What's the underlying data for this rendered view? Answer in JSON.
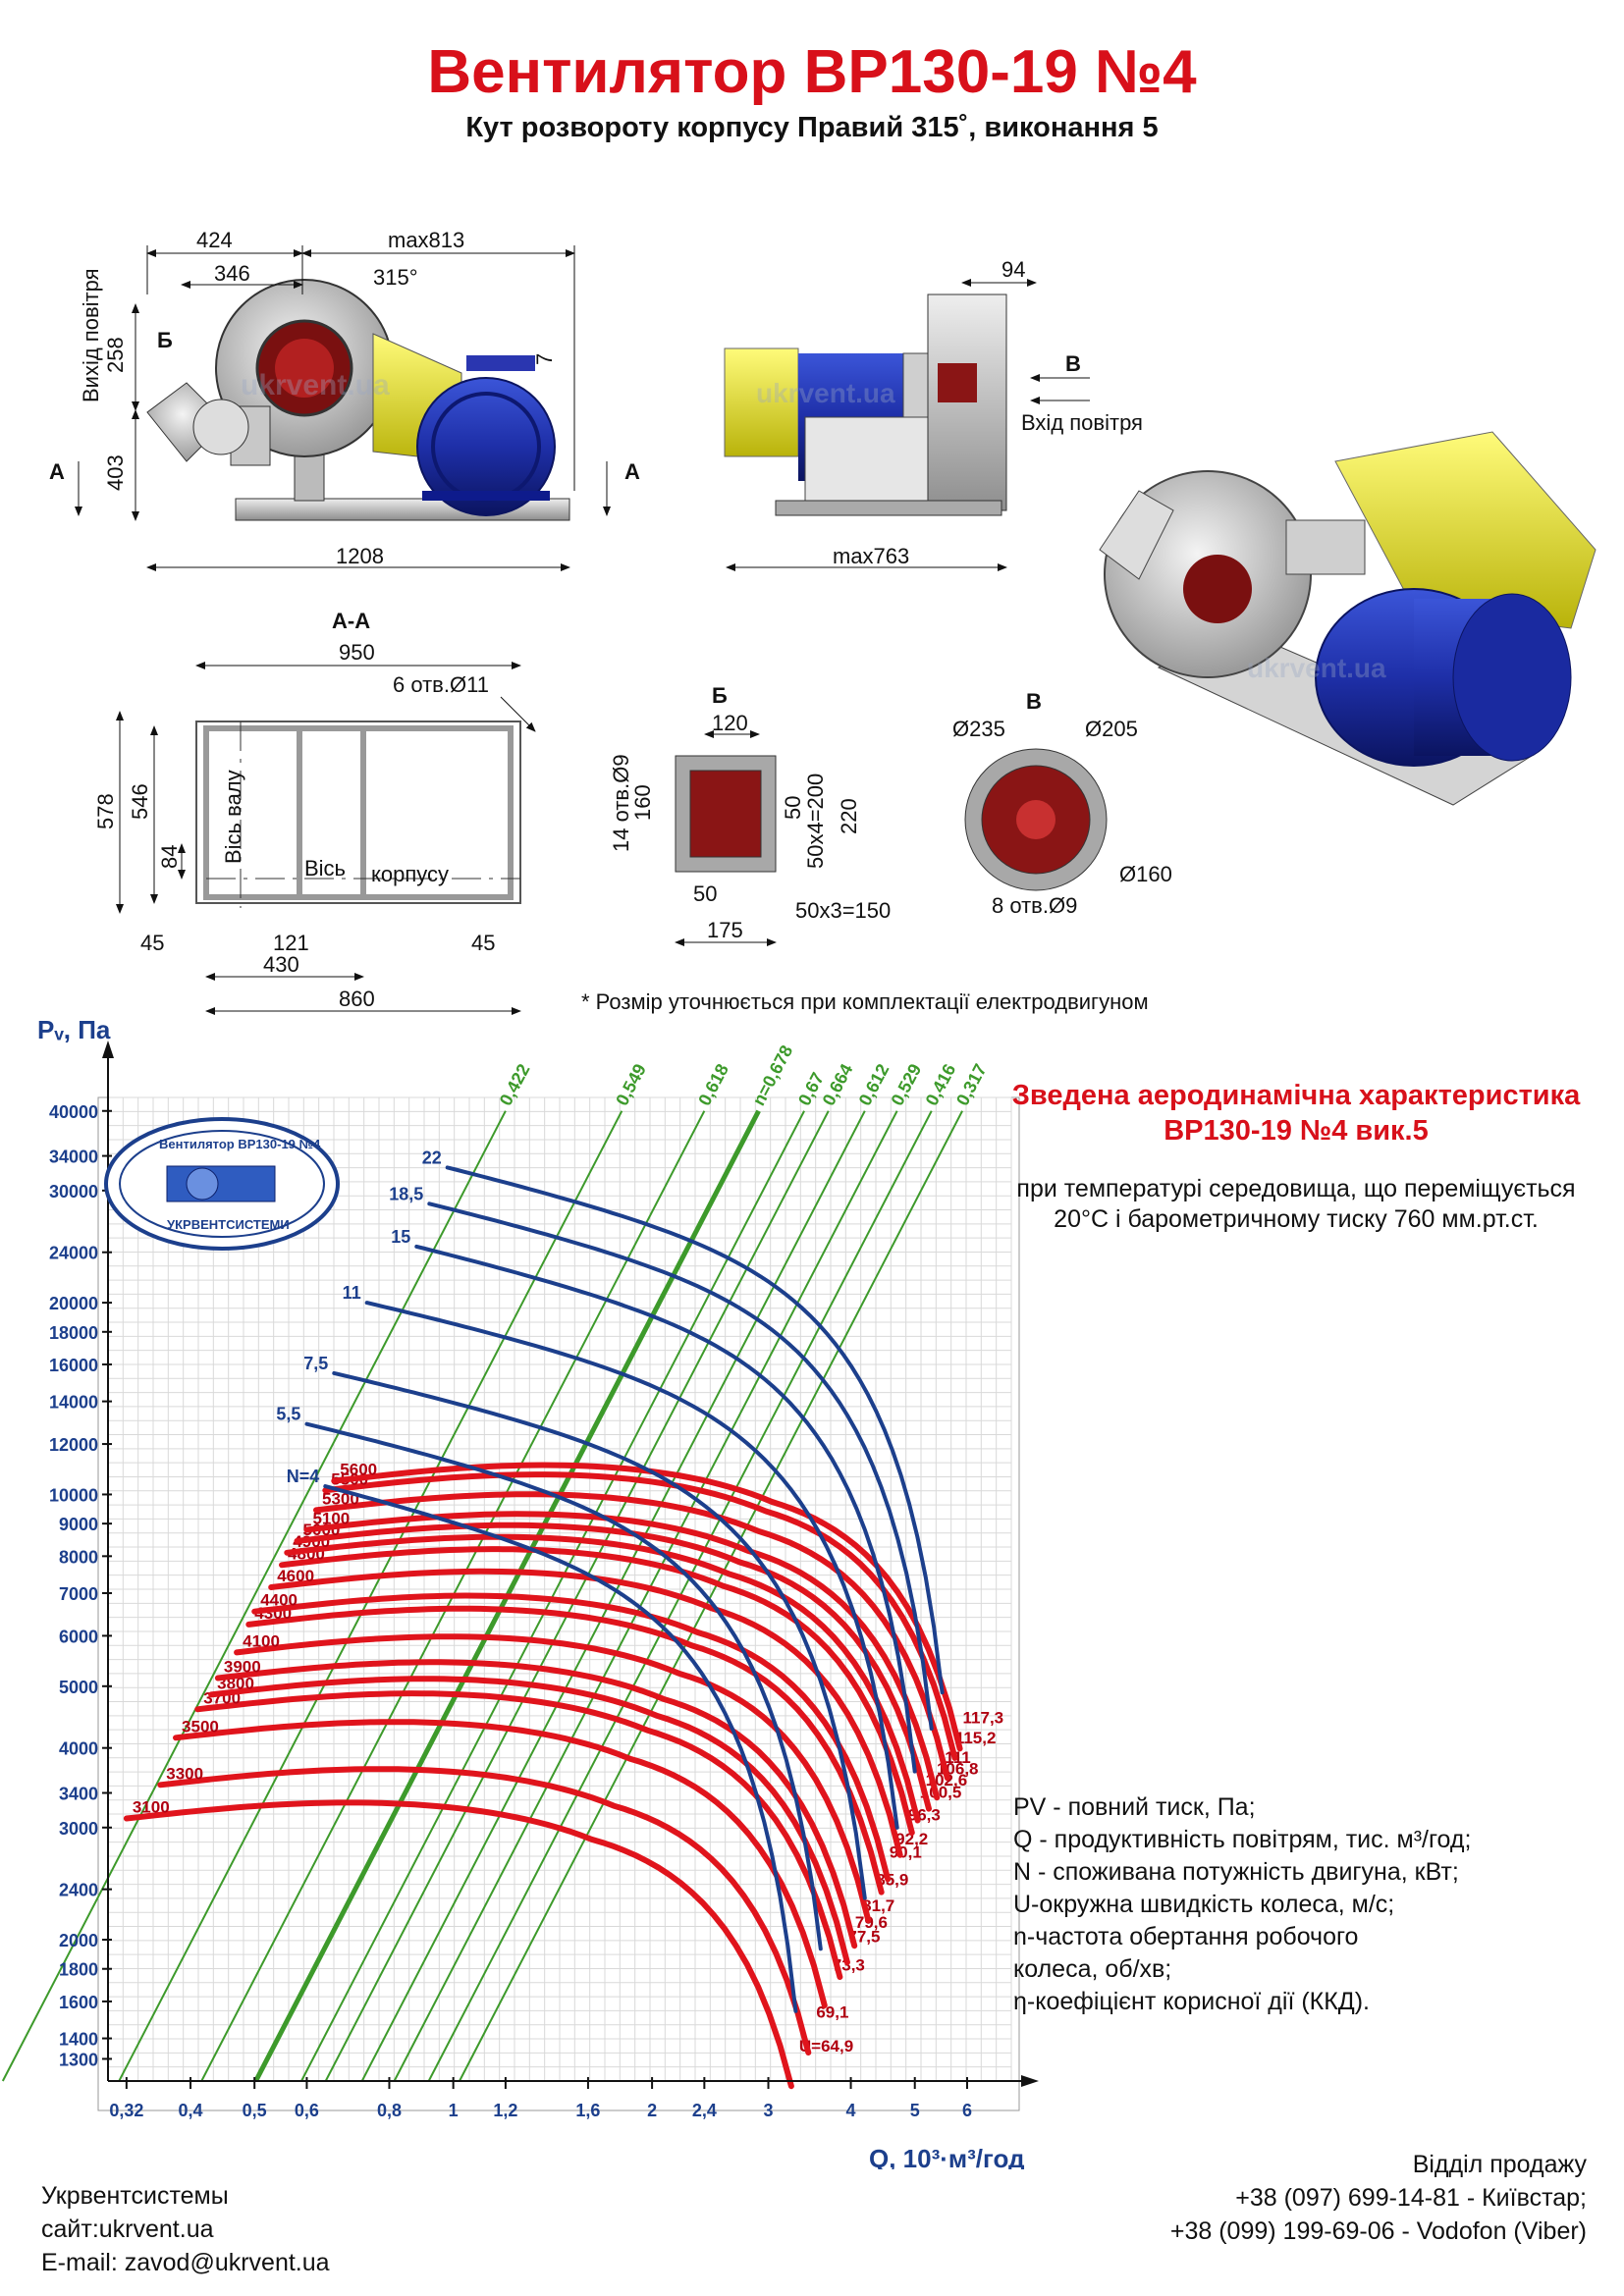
{
  "header": {
    "title": "Вентилятор ВР130-19 №4",
    "subtitle": "Кут розвороту корпусу Правий 315˚, виконання 5"
  },
  "drawing": {
    "watermark": "ukrvent.ua",
    "front_view": {
      "dims": [
        "424",
        "max813",
        "346",
        "315°",
        "258",
        "403",
        "1208",
        "7"
      ],
      "labels": [
        "Вихід повітря",
        "Б",
        "А",
        "А"
      ]
    },
    "side_view": {
      "dims": [
        "94",
        "max763"
      ],
      "labels": [
        "В",
        "Вхід повітря"
      ]
    },
    "section_aa": {
      "title": "А-А",
      "dims": [
        "950",
        "6 отв.Ø11",
        "578",
        "546",
        "84",
        "45",
        "121",
        "45",
        "430",
        "860"
      ],
      "labels": [
        "Вісь валу",
        "Вісь",
        "корпусу"
      ]
    },
    "detail_b": {
      "title": "Б",
      "dims": [
        "120",
        "14 отв.Ø9",
        "160",
        "50",
        "50x4=200",
        "220",
        "50",
        "50x3=150",
        "175"
      ]
    },
    "detail_v": {
      "title": "В",
      "dims": [
        "Ø235",
        "Ø205",
        "Ø160",
        "8 отв.Ø9"
      ]
    },
    "footnote": "* Розмір уточнюється при комплектації електродвигуном"
  },
  "chart_title": "Зведена аеродинамічна характеристика ВР130-19 №4 вик.5",
  "chart_subtitle": "при температурі середовища, що переміщується 20°С і барометричному тиску 760 мм.рт.ст.",
  "chart_data": {
    "type": "line",
    "scale": "log-log",
    "xlabel": "Q, 10³·м³/год",
    "ylabel": "Pᵥ, Па",
    "xlim": [
      0.3,
      7
    ],
    "ylim": [
      1200,
      42000
    ],
    "x_ticks": [
      0.32,
      0.4,
      0.5,
      0.6,
      0.8,
      1,
      1.2,
      1.6,
      2,
      2.4,
      3,
      4,
      5,
      6
    ],
    "x_tick_labels": [
      "0,32",
      "0,4",
      "0,5",
      "0,6",
      "0,8",
      "1",
      "1,2",
      "1,6",
      "2",
      "2,4",
      "3",
      "4",
      "5",
      "6"
    ],
    "y_ticks": [
      1300,
      1400,
      1600,
      1800,
      2000,
      2400,
      3000,
      3400,
      4000,
      5000,
      6000,
      7000,
      8000,
      9000,
      10000,
      12000,
      14000,
      16000,
      18000,
      20000,
      24000,
      30000,
      34000,
      40000
    ],
    "grid": true,
    "speed_curves": [
      {
        "n": "3100",
        "u": "U=64,9",
        "y_left": 3100,
        "x_left": 0.32,
        "x_end": 3.25
      },
      {
        "n": "3300",
        "u": "69,1",
        "y_left": 3500,
        "x_left": 0.36,
        "x_end": 3.45
      },
      {
        "n": "3500",
        "u": "73,3",
        "y_left": 4150,
        "x_left": 0.38,
        "x_end": 3.65
      },
      {
        "n": "3700",
        "u": "77,5",
        "y_left": 4600,
        "x_left": 0.41,
        "x_end": 3.85
      },
      {
        "n": "3800",
        "u": "79,6",
        "y_left": 4850,
        "x_left": 0.43,
        "x_end": 3.95
      },
      {
        "n": "3900",
        "u": "81,7",
        "y_left": 5150,
        "x_left": 0.44,
        "x_end": 4.05
      },
      {
        "n": "4100",
        "u": "85,9",
        "y_left": 5650,
        "x_left": 0.47,
        "x_end": 4.25
      },
      {
        "n": "4300",
        "u": "90,1",
        "y_left": 6250,
        "x_left": 0.49,
        "x_end": 4.45
      },
      {
        "n": "4400",
        "u": "92,2",
        "y_left": 6550,
        "x_left": 0.5,
        "x_end": 4.55
      },
      {
        "n": "4600",
        "u": "96,3",
        "y_left": 7150,
        "x_left": 0.53,
        "x_end": 4.75
      },
      {
        "n": "4800",
        "u": "100,5",
        "y_left": 7750,
        "x_left": 0.55,
        "x_end": 4.95
      },
      {
        "n": "4900",
        "u": "102,6",
        "y_left": 8100,
        "x_left": 0.56,
        "x_end": 5.05
      },
      {
        "n": "5000",
        "u": "106,8",
        "y_left": 8450,
        "x_left": 0.58,
        "x_end": 5.25
      },
      {
        "n": "5100",
        "u": "111",
        "y_left": 8800,
        "x_left": 0.6,
        "x_end": 5.4
      },
      {
        "n": "5300",
        "u": "115,2",
        "y_left": 9450,
        "x_left": 0.62,
        "x_end": 5.6
      },
      {
        "n": "5500",
        "u": "117,3",
        "y_left": 10150,
        "x_left": 0.64,
        "x_end": 5.75
      },
      {
        "n": "5600",
        "u": "",
        "y_left": 10500,
        "x_left": 0.66,
        "x_end": 5.85
      }
    ],
    "power_curves": [
      {
        "label": "N=4",
        "y_left": 10300,
        "x_left": 0.64,
        "x_end": 3.3
      },
      {
        "label": "5,5",
        "y_left": 12900,
        "x_left": 0.6,
        "x_end": 3.6
      },
      {
        "label": "7,5",
        "y_left": 15500,
        "x_left": 0.66,
        "x_end": 4.2
      },
      {
        "label": "11",
        "y_left": 20000,
        "x_left": 0.74,
        "x_end": 4.7
      },
      {
        "label": "15",
        "y_left": 24500,
        "x_left": 0.88,
        "x_end": 5.0
      },
      {
        "label": "18,5",
        "y_left": 28600,
        "x_left": 0.92,
        "x_end": 5.3
      },
      {
        "label": "22",
        "y_left": 32600,
        "x_left": 0.98,
        "x_end": 5.5
      }
    ],
    "efficiency_lines": [
      {
        "label": "0,422",
        "x_top": 1.2
      },
      {
        "label": "0,549",
        "x_top": 1.8
      },
      {
        "label": "0,618",
        "x_top": 2.4
      },
      {
        "label": "n=0,678",
        "x_top": 2.9
      },
      {
        "label": "0,67",
        "x_top": 3.4
      },
      {
        "label": "0,664",
        "x_top": 3.7
      },
      {
        "label": "0,612",
        "x_top": 4.2
      },
      {
        "label": "0,529",
        "x_top": 4.7
      },
      {
        "label": "0,416",
        "x_top": 5.3
      },
      {
        "label": "0,317",
        "x_top": 5.9
      }
    ]
  },
  "logo": {
    "top_text": "Вентилятор ВР130-19 №4",
    "bottom_text": "УКРВЕНТСИСТЕМИ"
  },
  "legend": [
    "PV - повний тиск, Па;",
    "Q - продуктивність повітрям, тис. м³/год;",
    "N - споживана потужність двигуна, кВт;",
    "U-окружна швидкість колеса, м/с;",
    "n-частота обертання робочого",
    "колеса, об/хв;",
    "η-коефіцієнт корисної дії (ККД)."
  ],
  "footer": {
    "company": "Укрвентсистемы",
    "site": "сайт:ukrvent.ua",
    "email": "E-mail: zavod@ukrvent.ua",
    "sales_title": "Відділ продажу",
    "phone1": "+38 (097) 699-14-81 - Київстар;",
    "phone2": "+38 (099) 199-69-06 - Vodofon (Viber)"
  },
  "colors": {
    "title": "#d8101a",
    "speed_curve": "#e0141c",
    "power_curve": "#1c3f8c",
    "efficiency_line": "#3d9a2b",
    "motor": "#1e2fa8",
    "guard": "#e6e41a"
  }
}
